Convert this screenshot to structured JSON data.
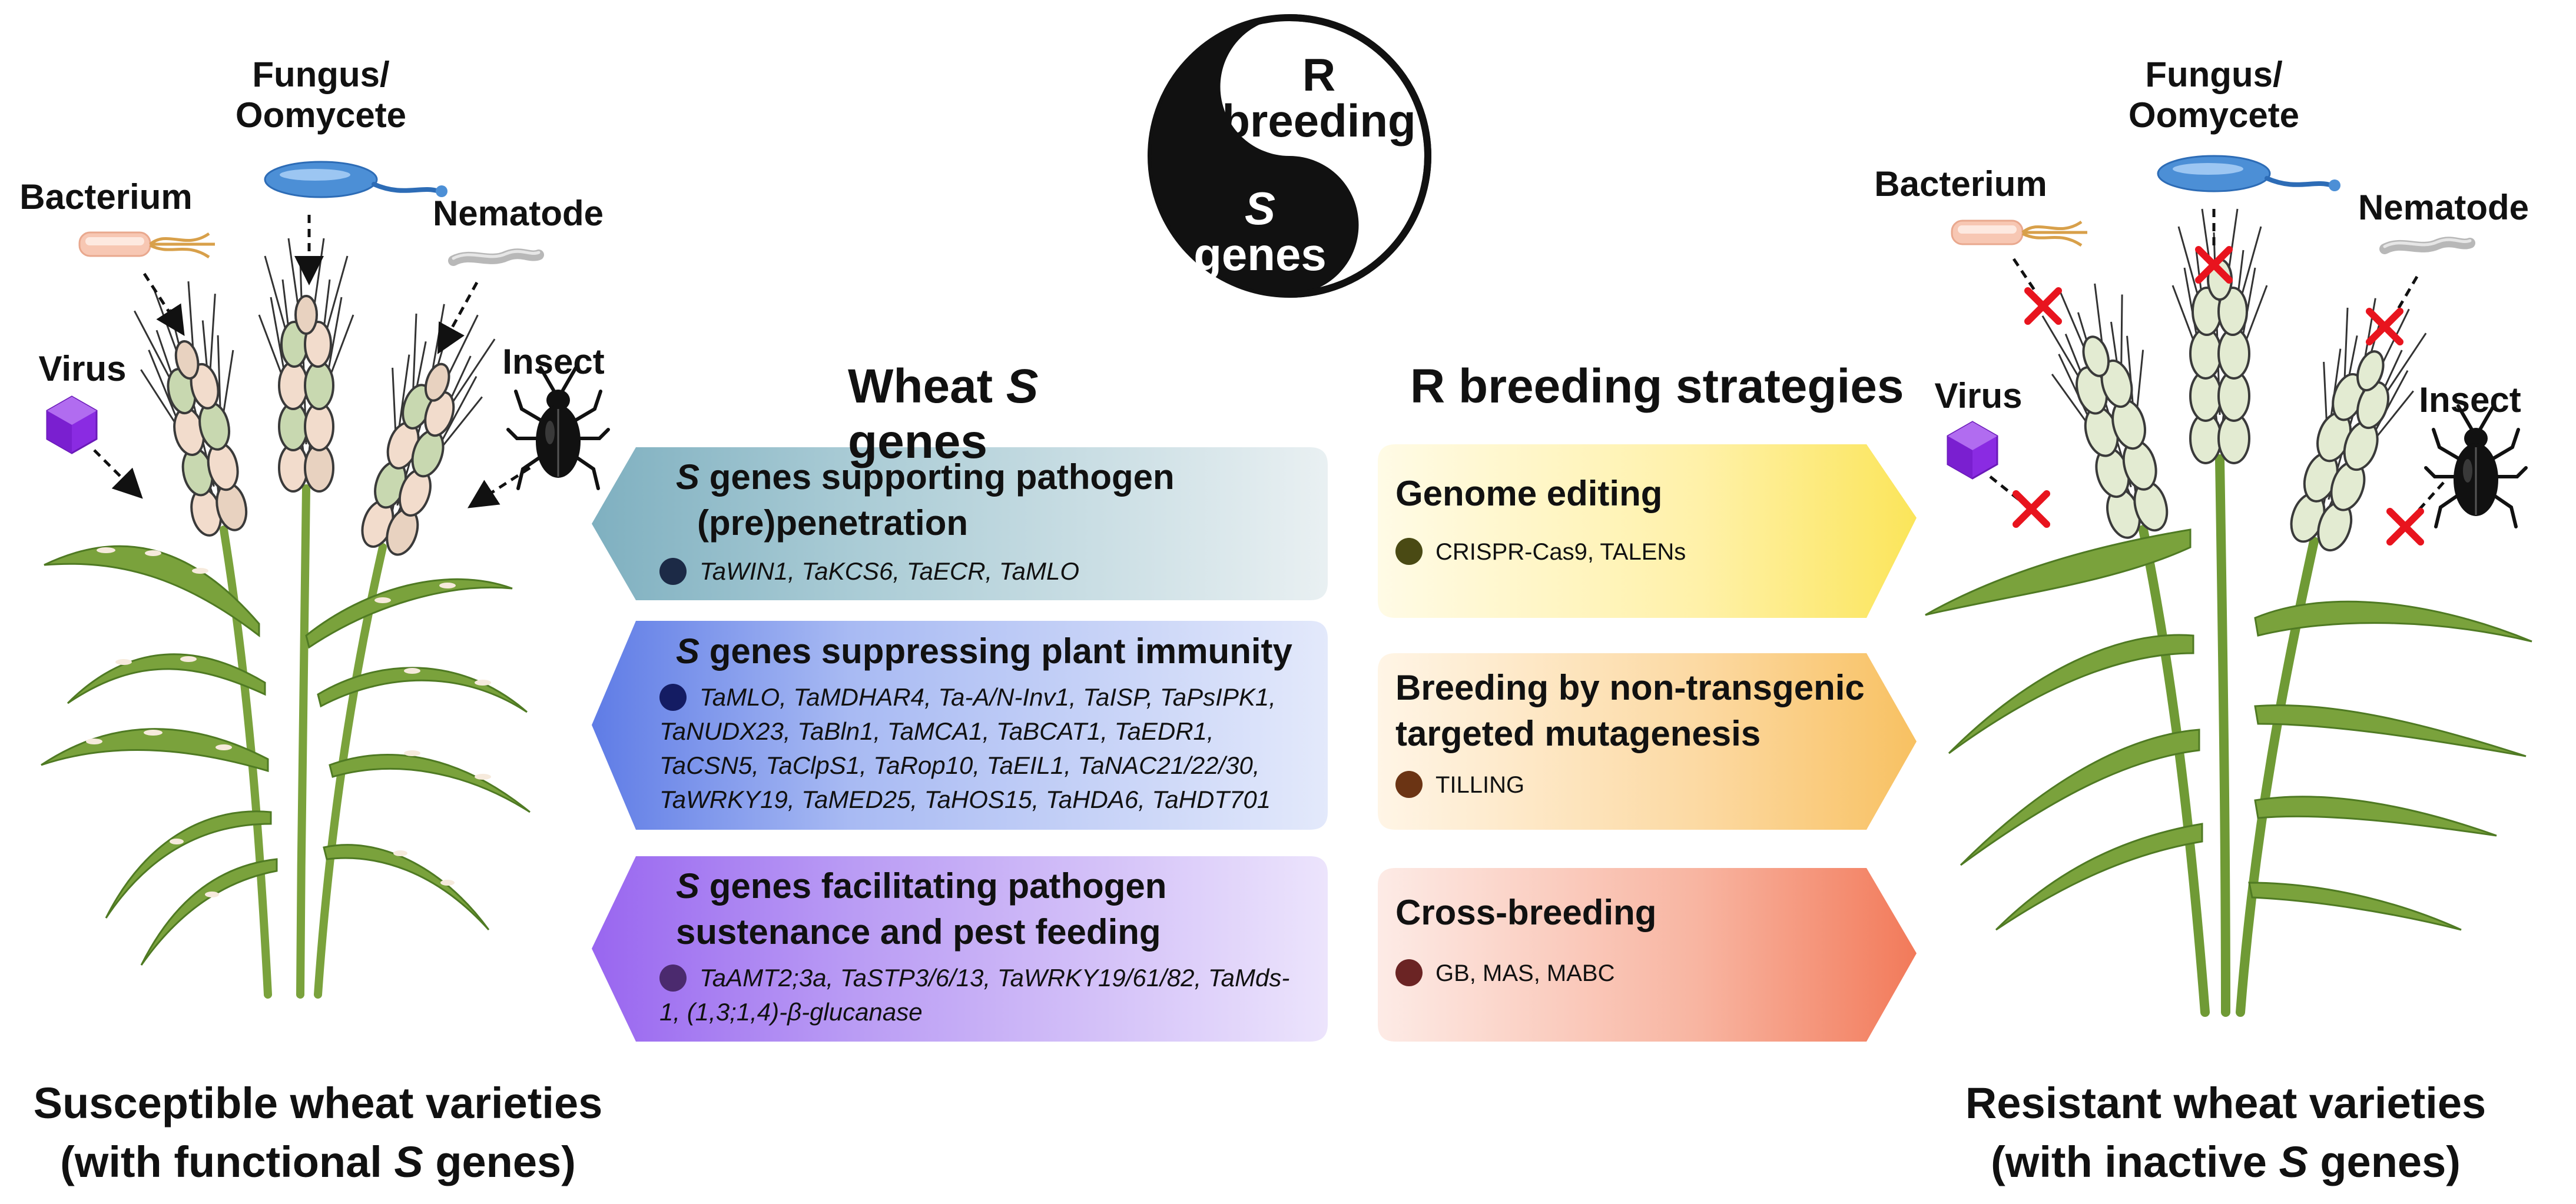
{
  "left_panel": {
    "pests": {
      "fungus": "Fungus/\nOomycete",
      "bacterium": "Bacterium",
      "nematode": "Nematode",
      "virus": "Virus",
      "insect": "Insect"
    },
    "caption_line1": "Susceptible wheat varieties",
    "caption_line2_pre": "(with functional ",
    "caption_line2_s": "S",
    "caption_line2_post": " genes)"
  },
  "right_panel": {
    "pests": {
      "fungus": "Fungus/\nOomycete",
      "bacterium": "Bacterium",
      "nematode": "Nematode",
      "virus": "Virus",
      "insect": "Insect"
    },
    "caption_line1": "Resistant wheat varieties",
    "caption_line2_pre": "(with inactive ",
    "caption_line2_s": "S",
    "caption_line2_post": " genes)"
  },
  "yin_yang": {
    "top_line1": "R",
    "top_line2": "breeding",
    "bottom_line1": "S",
    "bottom_line2": "genes"
  },
  "s_genes_column": {
    "title_pre": "Wheat ",
    "title_s": "S",
    "title_post": " genes",
    "boxes": [
      {
        "title_s": "S",
        "title_line1": " genes supporting pathogen",
        "title_line2": "(pre)penetration",
        "genes": "TaWIN1, TaKCS6, TaECR, TaMLO",
        "dot_color": "#1c2a46",
        "color_light": "#e6eef0",
        "color_dark": "#7fb0c0"
      },
      {
        "title_s": "S",
        "title_line1": " genes suppressing plant immunity",
        "title_line2": "",
        "genes": "TaMLO, TaMDHAR4, Ta-A/N-Inv1, TaISP, TaPsIPK1, TaNUDX23, TaBln1, TaMCA1, TaBCAT1, TaEDR1, TaCSN5,  TaClpS1, TaRop10, TaEIL1, TaNAC21/22/30, TaWRKY19, TaMED25, TaHOS15, TaHDA6, TaHDT701",
        "dot_color": "#141c63",
        "color_light": "#dfe7fb",
        "color_dark": "#6b86e8"
      },
      {
        "title_s": "S",
        "title_line1": " genes facilitating pathogen",
        "title_line2": "sustenance and pest feeding",
        "genes": "TaAMT2;3a, TaSTP3/6/13, TaWRKY19/61/82, TaMds-1, (1,3;1,4)-β-glucanase",
        "dot_color": "#4b2a6e",
        "color_light": "#e6dcfb",
        "color_dark": "#9a6cf0"
      }
    ]
  },
  "r_breeding_column": {
    "title": "R breeding strategies",
    "boxes": [
      {
        "title_line1": "Genome editing",
        "title_line2": "",
        "methods": "CRISPR-Cas9, TALENs",
        "dot_color": "#4a4a14",
        "color_light": "#fff6d2",
        "color_dark": "#fbe86a"
      },
      {
        "title_line1": "Breeding by non-transgenic",
        "title_line2": "targeted mutagenesis",
        "methods": "TILLING",
        "dot_color": "#6b3414",
        "color_light": "#fff0d8",
        "color_dark": "#f9c77a"
      },
      {
        "title_line1": "Cross-breeding",
        "title_line2": "",
        "methods": "GB, MAS, MABC",
        "dot_color": "#6b2424",
        "color_light": "#fde4dc",
        "color_dark": "#f4876a"
      }
    ]
  },
  "colors": {
    "leaf_green": "#7aa23c",
    "leaf_dark": "#4f7a23",
    "virus_purple": "#8a2be2",
    "cross_red": "#e8141e",
    "fungus_blue": "#4c8fd6"
  },
  "icons": [
    "hexagon-virus-icon",
    "insect-icon",
    "bacterium-icon",
    "fungus-icon",
    "nematode-icon",
    "red-cross-icon",
    "wheat-plant-icon",
    "yin-yang-icon"
  ]
}
